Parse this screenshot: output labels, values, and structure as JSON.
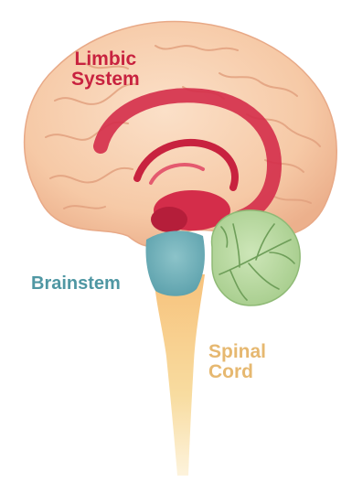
{
  "labels": {
    "limbic": {
      "line1": "Limbic",
      "line2": "System"
    },
    "brainstem": "Brainstem",
    "spinal": {
      "line1": "Spinal",
      "line2": "Cord"
    }
  },
  "colors": {
    "cortex": "#f6c9a6",
    "cortex_fold": "#e8a987",
    "limbic": "#d42d4a",
    "limbic_label": "#c8223f",
    "brainstem": "#74b3bd",
    "brainstem_label": "#4f97a3",
    "cerebellum": "#b9d9a2",
    "cerebellum_vein": "#6e9e59",
    "spinal_cord": "#f6d38b",
    "spinal_label": "#e6b870"
  }
}
